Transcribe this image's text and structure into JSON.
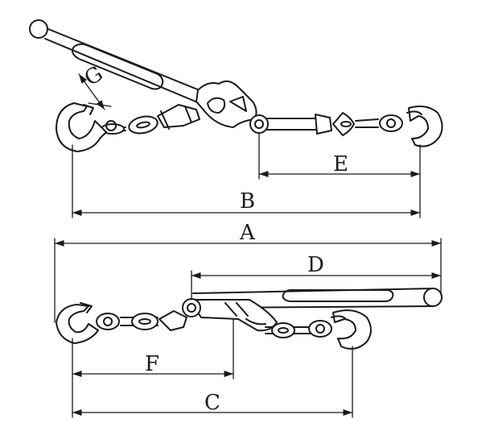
{
  "labels": {
    "A": "A",
    "B": "B",
    "C": "C",
    "D": "D",
    "E": "E",
    "F": "F",
    "G": "G"
  },
  "colors": {
    "stroke": "#1a1a1a",
    "background": "#ffffff"
  }
}
